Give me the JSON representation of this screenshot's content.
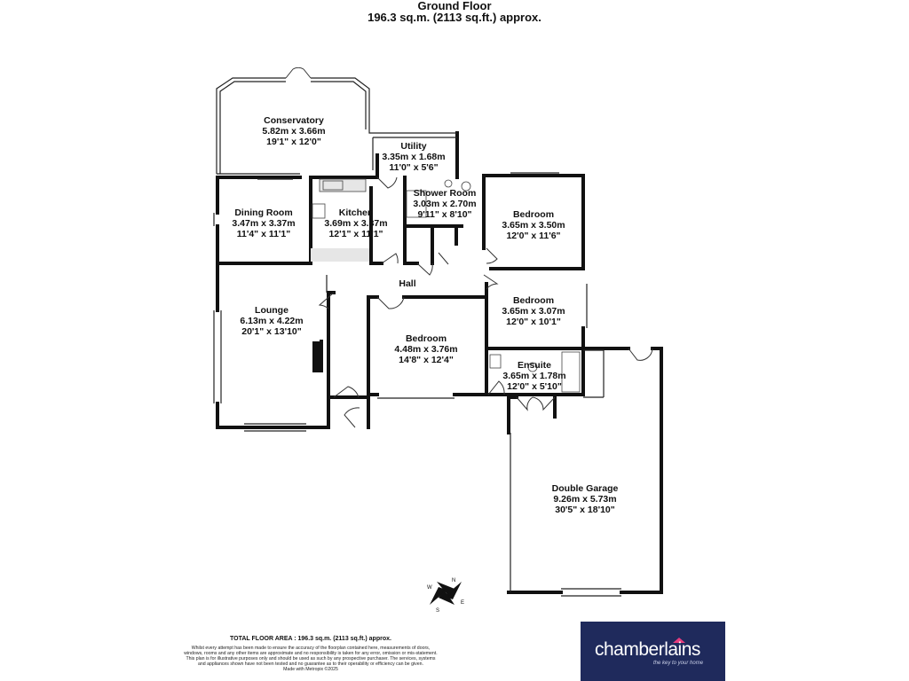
{
  "header": {
    "title": "Ground Floor",
    "area": "196.3 sq.m. (2113 sq.ft.) approx."
  },
  "rooms": [
    {
      "name": "Conservatory",
      "metric": "5.82m  x 3.66m",
      "imperial": "19'1\"  x 12'0\""
    },
    {
      "name": "Utility",
      "metric": "3.35m  x 1.68m",
      "imperial": "11'0\"  x 5'6\""
    },
    {
      "name": "Dining Room",
      "metric": "3.47m  x 3.37m",
      "imperial": "11'4\"  x 11'1\""
    },
    {
      "name": "Kitchen",
      "metric": "3.69m  x 3.37m",
      "imperial": "12'1\"  x 11'1\""
    },
    {
      "name": "Shower Room",
      "metric": "3.03m  x 2.70m",
      "imperial": "9'11\"  x 8'10\""
    },
    {
      "name": "Bedroom",
      "metric": "3.65m  x 3.50m",
      "imperial": "12'0\"  x 11'6\""
    },
    {
      "name": "Hall",
      "metric": "",
      "imperial": ""
    },
    {
      "name": "Bedroom",
      "metric": "3.65m  x 3.07m",
      "imperial": "12'0\"  x 10'1\""
    },
    {
      "name": "Lounge",
      "metric": "6.13m  x 4.22m",
      "imperial": "20'1\"  x 13'10\""
    },
    {
      "name": "Bedroom",
      "metric": "4.48m  x 3.76m",
      "imperial": "14'8\"  x 12'4\""
    },
    {
      "name": "Ensuite",
      "metric": "3.65m  x 1.78m",
      "imperial": "12'0\"  x 5'10\""
    },
    {
      "name": "Double Garage",
      "metric": "9.26m  x 5.73m",
      "imperial": "30'5\"  x 18'10\""
    }
  ],
  "compass": {
    "n": "N",
    "s": "S",
    "w": "W",
    "e": "E"
  },
  "footer": {
    "total": "TOTAL FLOOR AREA : 196.3 sq.m. (2113 sq.ft.) approx.",
    "disclaimer": "Whilst every attempt has been made to ensure the accuracy of the floorplan contained here, measurements of doors, windows, rooms and any other items are approximate and no responsibility is taken for any error, omission or mis-statement. This plan is for illustrative purposes only and should be used as such by any prospective purchaser. The services, systems and appliances shown have not been tested and no guarantee as to their operability or efficiency can be given.",
    "made_with": "Made with Metropix ©2025"
  },
  "brand": {
    "name": "chamberlains",
    "tagline": "the key to your home",
    "bg_color": "#1f2a5c",
    "accent_color": "#e73c7e"
  }
}
